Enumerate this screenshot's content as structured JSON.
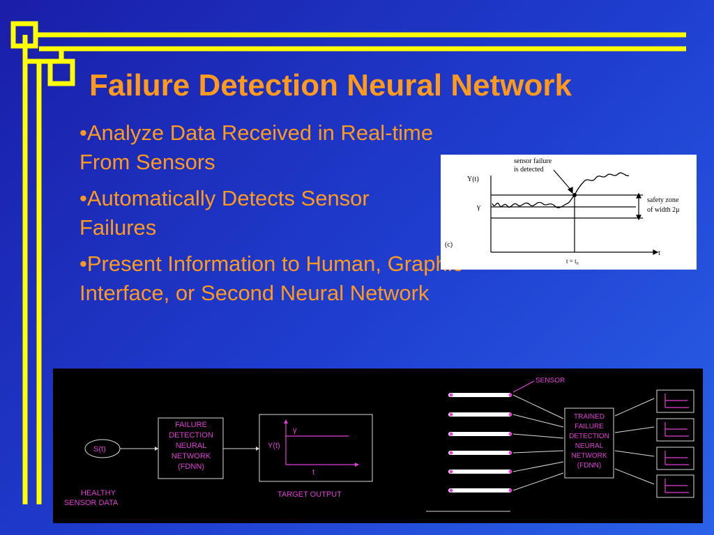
{
  "slide": {
    "title": "Failure Detection Neural Network",
    "bullets": [
      "•Analyze Data Received in Real-time From Sensors",
      "•Automatically Detects Sensor Failures",
      "•Present Information to Human, Graphic Interface, or Second Neural Network"
    ],
    "colors": {
      "title": "#ff9a1f",
      "background": "#1f3fd0",
      "frame": "#ffff00"
    }
  },
  "failure_chart": {
    "panel_label": "(c)",
    "y_axis_label": "Y(t)",
    "x_axis_label": "t",
    "threshold_label": "γ",
    "detection_annotation": [
      "sensor failure",
      "is detected"
    ],
    "safety_zone_label": [
      "safety zone",
      "of width 2μ"
    ],
    "failure_time_label": "t = t₀"
  },
  "training_diagram": {
    "input_label": "S(t)",
    "fdnn_box_lines": [
      "FAILURE",
      "DETECTION",
      "NEURAL",
      "NETWORK",
      "(FDNN)"
    ],
    "target_y_label": "Y(t)",
    "target_gamma_label": "γ",
    "target_t_label": "t",
    "healthy_caption": [
      "HEALTHY",
      "SENSOR  DATA"
    ],
    "target_caption": "TARGET  OUTPUT"
  },
  "detection_diagram": {
    "sensor_label": "SENSOR",
    "trained_box_lines": [
      "TRAINED",
      "FAILURE",
      "DETECTION",
      "NEURAL",
      "NETWORK",
      "(FDNN)"
    ],
    "sensor_count": 6,
    "output_plot_count": 4
  }
}
